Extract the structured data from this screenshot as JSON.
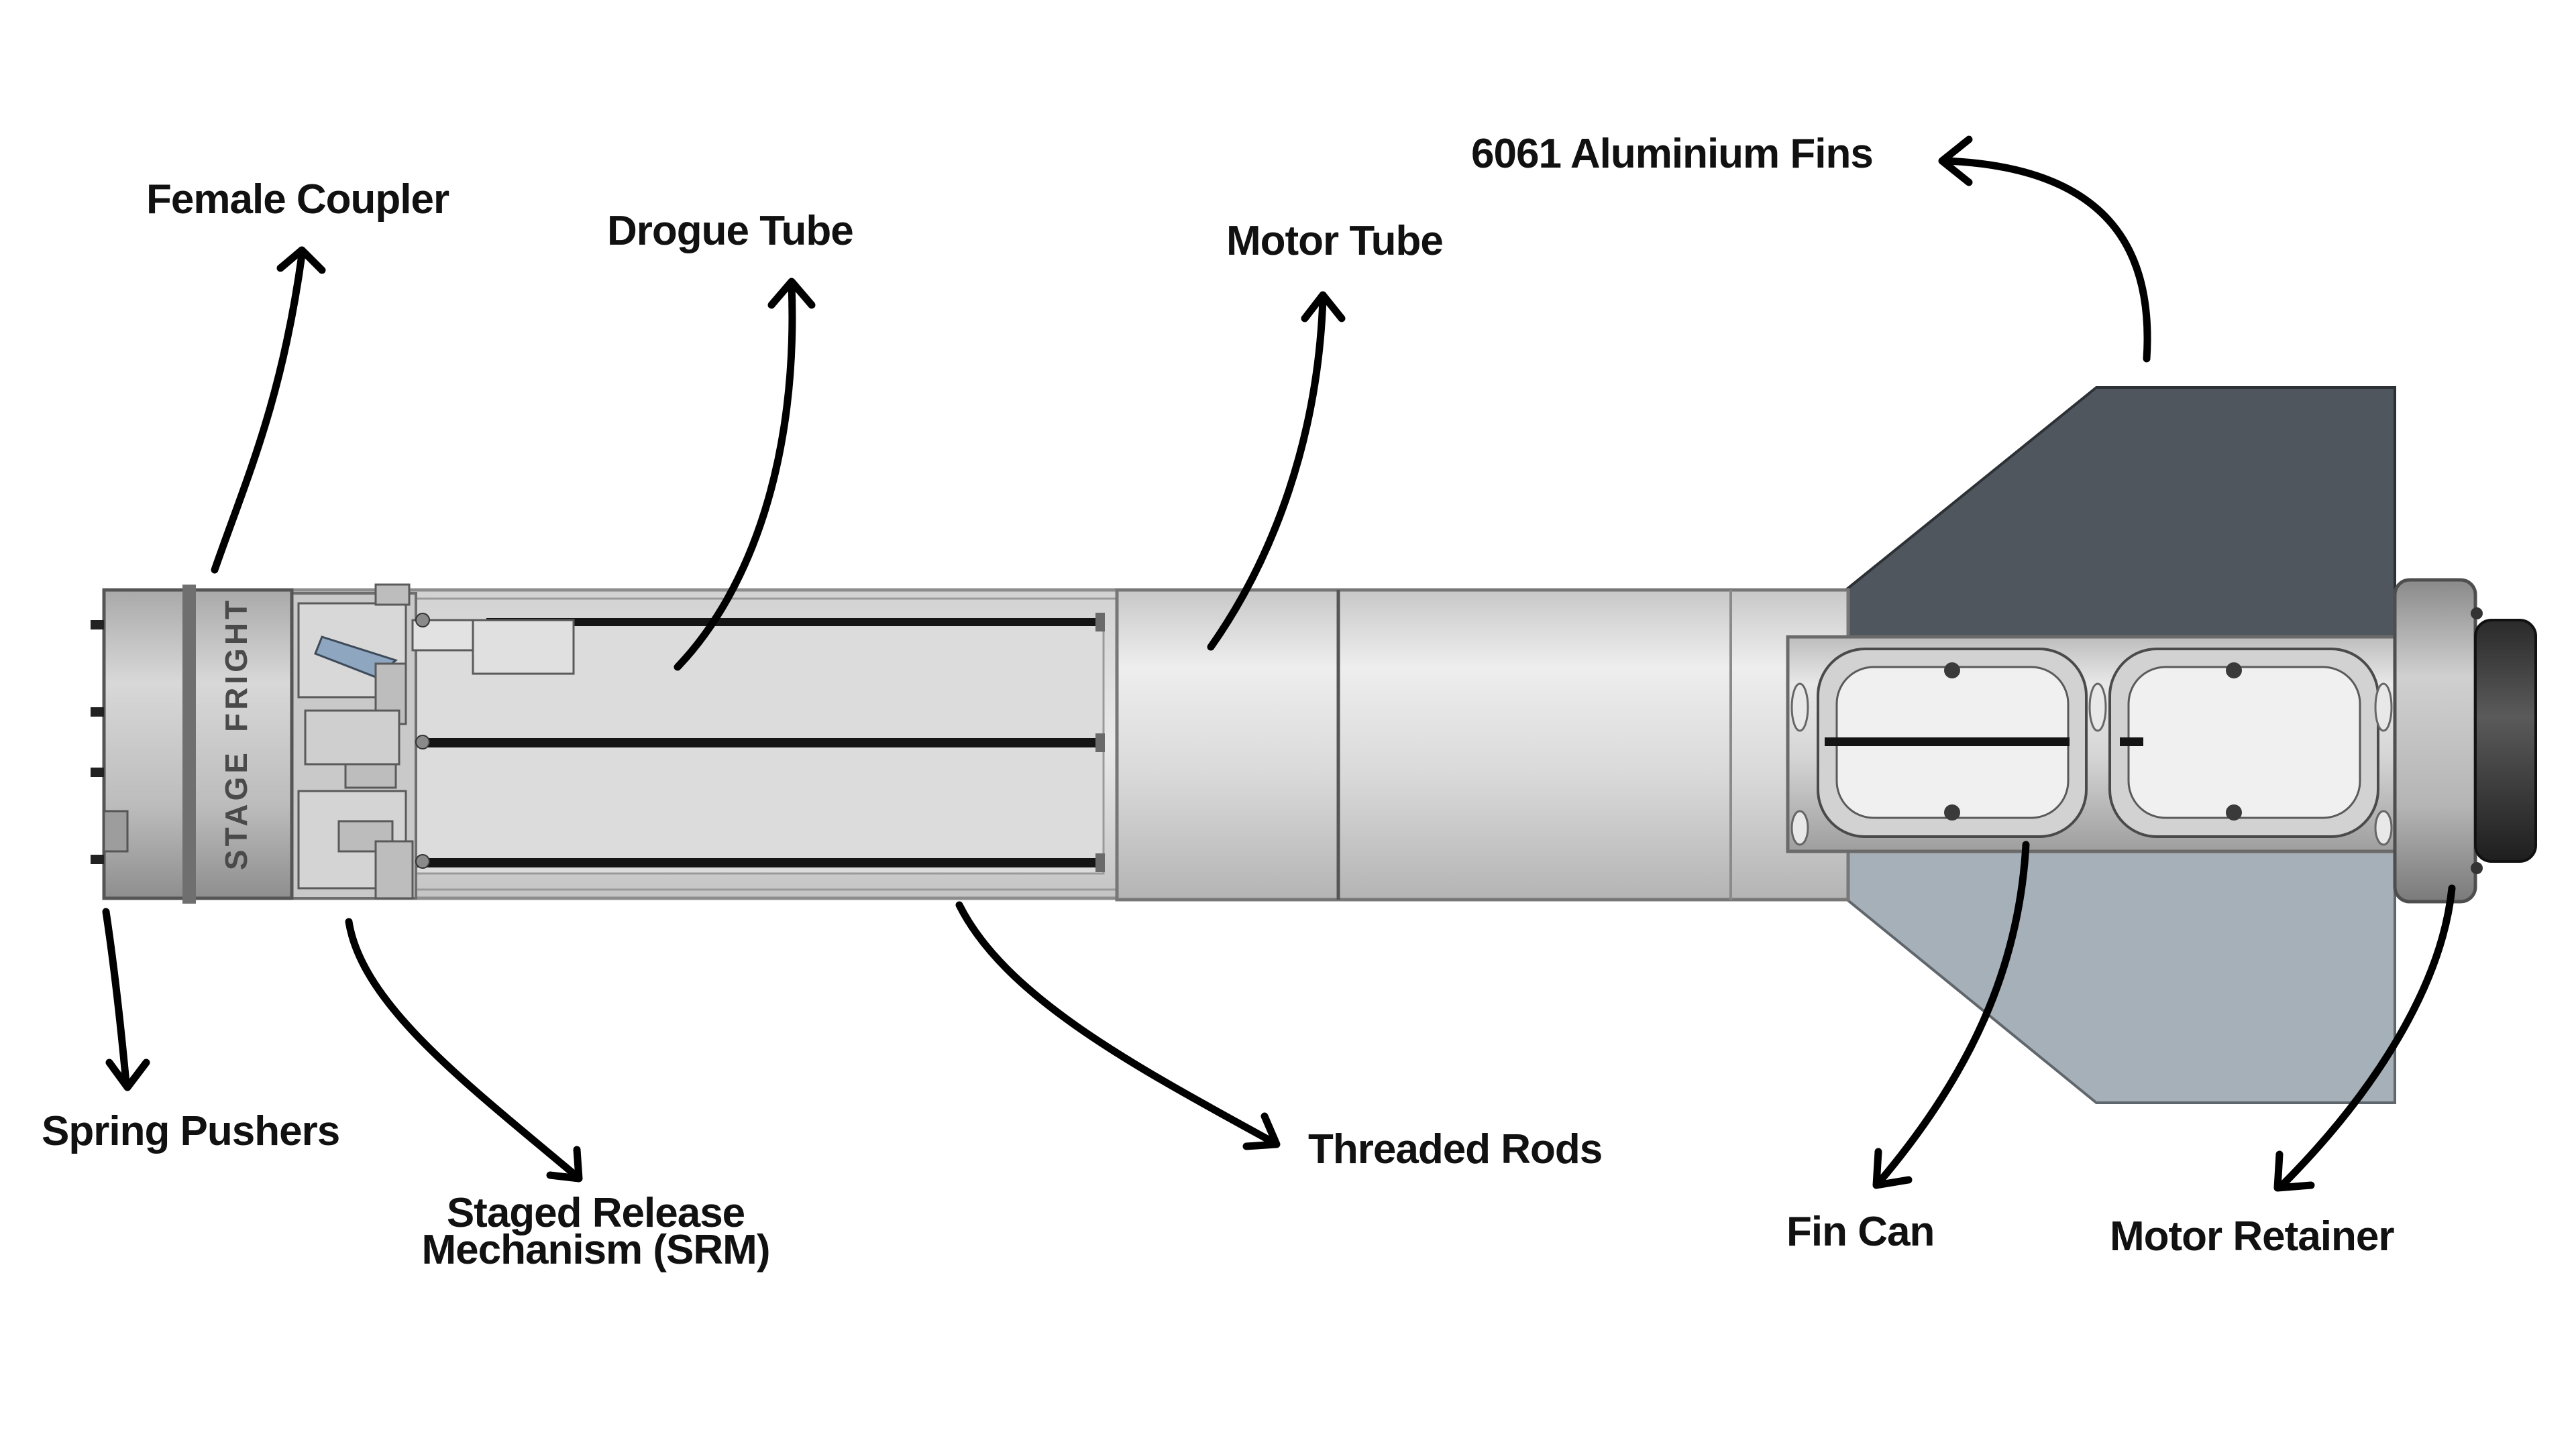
{
  "labels": {
    "female_coupler": "Female Coupler",
    "drogue_tube": "Drogue Tube",
    "motor_tube": "Motor Tube",
    "fins": "6061 Aluminium Fins",
    "spring_pushers": "Spring Pushers",
    "srm_line1": "Staged Release",
    "srm_line2": "Mechanism (SRM)",
    "threaded_rods": "Threaded Rods",
    "fin_can": "Fin Can",
    "motor_retainer": "Motor Retainer"
  },
  "brand": {
    "stage": "STAGE",
    "fright": "FRIGHT"
  },
  "colors": {
    "body_light": "#e4e4e4",
    "body_mid": "#cfcfcf",
    "body_dark": "#a9a9a9",
    "fin_top": "#4f565d",
    "fin_bottom": "#a6b0b8",
    "rod": "#141414",
    "arrow": "#000000"
  }
}
